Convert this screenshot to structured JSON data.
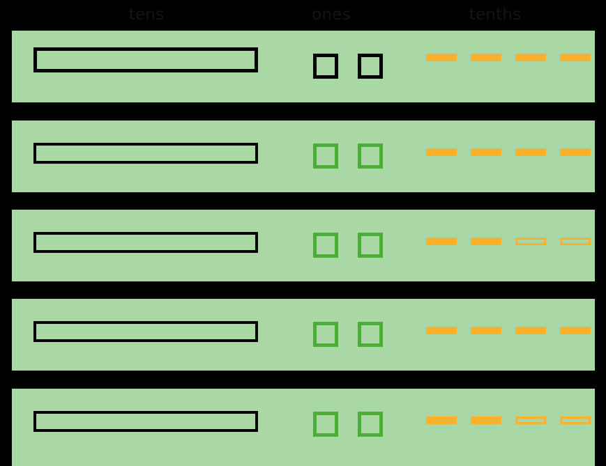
{
  "board": {
    "title": "place-value-chart",
    "background_color": "#000000",
    "row_color": "#a9d8a5",
    "unit_black": "#000000",
    "unit_green": "#4cae36",
    "unit_orange": "#fbb02b"
  },
  "headers": [
    {
      "key": "tens",
      "label": "tens"
    },
    {
      "key": "ones",
      "label": "ones"
    },
    {
      "key": "tenths",
      "label": "tenths"
    }
  ],
  "rows": [
    {
      "index": 1,
      "tens_rods": 1,
      "tens_rod_style": "black",
      "ones_units": 2,
      "ones_style": "black",
      "tenths_units": 4,
      "tenths_styles": [
        "filled",
        "filled",
        "filled",
        "filled"
      ]
    },
    {
      "index": 2,
      "tens_rods": 1,
      "tens_rod_style": "black",
      "ones_units": 2,
      "ones_style": "green",
      "tenths_units": 4,
      "tenths_styles": [
        "filled",
        "filled",
        "filled",
        "filled"
      ]
    },
    {
      "index": 3,
      "tens_rods": 1,
      "tens_rod_style": "black",
      "ones_units": 2,
      "ones_style": "green",
      "tenths_units": 4,
      "tenths_styles": [
        "filled",
        "filled",
        "outline",
        "outline"
      ]
    },
    {
      "index": 4,
      "tens_rods": 1,
      "tens_rod_style": "black",
      "ones_units": 2,
      "ones_style": "green",
      "tenths_units": 4,
      "tenths_styles": [
        "filled",
        "filled",
        "filled",
        "filled"
      ]
    },
    {
      "index": 5,
      "tens_rods": 1,
      "tens_rod_style": "black",
      "ones_units": 2,
      "ones_style": "green",
      "tenths_units": 4,
      "tenths_styles": [
        "filled",
        "filled",
        "outline",
        "outline"
      ]
    }
  ]
}
